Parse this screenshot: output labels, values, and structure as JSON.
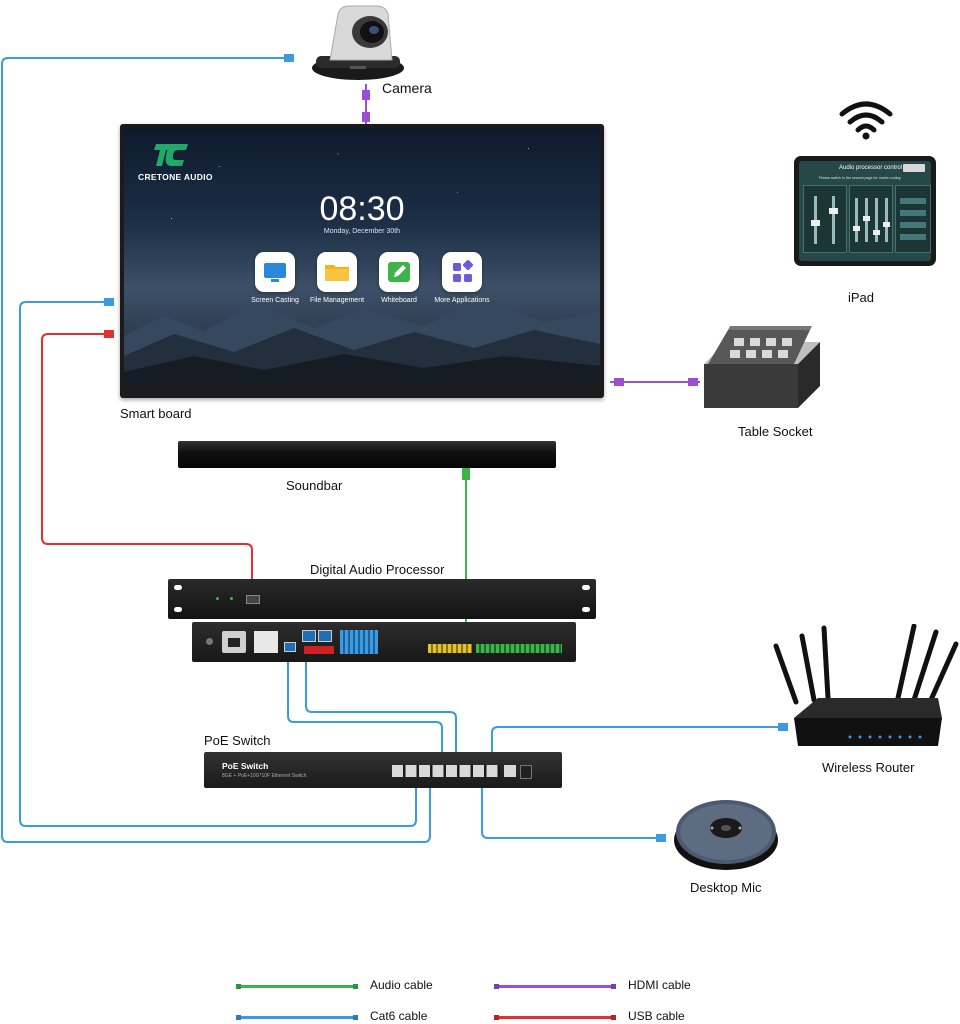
{
  "colors": {
    "audio": "#3db44a",
    "cat6": "#3a9be0",
    "hdmi": "#9b4fd6",
    "usb": "#e03030",
    "brand_green": "#1faa6a"
  },
  "devices": {
    "camera": "Camera",
    "ipad": "iPad",
    "smart_board": "Smart board",
    "table_socket": "Table Socket",
    "soundbar": "Soundbar",
    "dsp": "Digital Audio Processor",
    "poe_switch": "PoE Switch",
    "wireless_router": "Wireless Router",
    "desktop_mic": "Desktop Mic"
  },
  "smart_board": {
    "brand": "CRETONE AUDIO",
    "time": "08:30",
    "date": "Monday, December 30th",
    "apps": [
      {
        "label": "Screen Casting",
        "icon": "monitor-icon",
        "color": "#2a88d8"
      },
      {
        "label": "File Management",
        "icon": "folder-icon",
        "color": "#f5b21b"
      },
      {
        "label": "Whiteboard",
        "icon": "pen-icon",
        "color": "#3db44a"
      },
      {
        "label": "More Applications",
        "icon": "grid-icon",
        "color": "#6b5bde"
      }
    ]
  },
  "ipad": {
    "title": "Audio processor control",
    "subtitle": "Please switch to the second page for matrix routing"
  },
  "poe_switch": {
    "panel_title": "PoE Switch",
    "panel_subtitle": "8GE + PoE+10G*10F Ethernet Switch"
  },
  "legend": [
    {
      "label": "Audio cable",
      "color": "#3db44a"
    },
    {
      "label": "HDMI cable",
      "color": "#9b4fd6"
    },
    {
      "label": "Cat6 cable",
      "color": "#3a9be0"
    },
    {
      "label": "USB cable",
      "color": "#e03030"
    }
  ]
}
